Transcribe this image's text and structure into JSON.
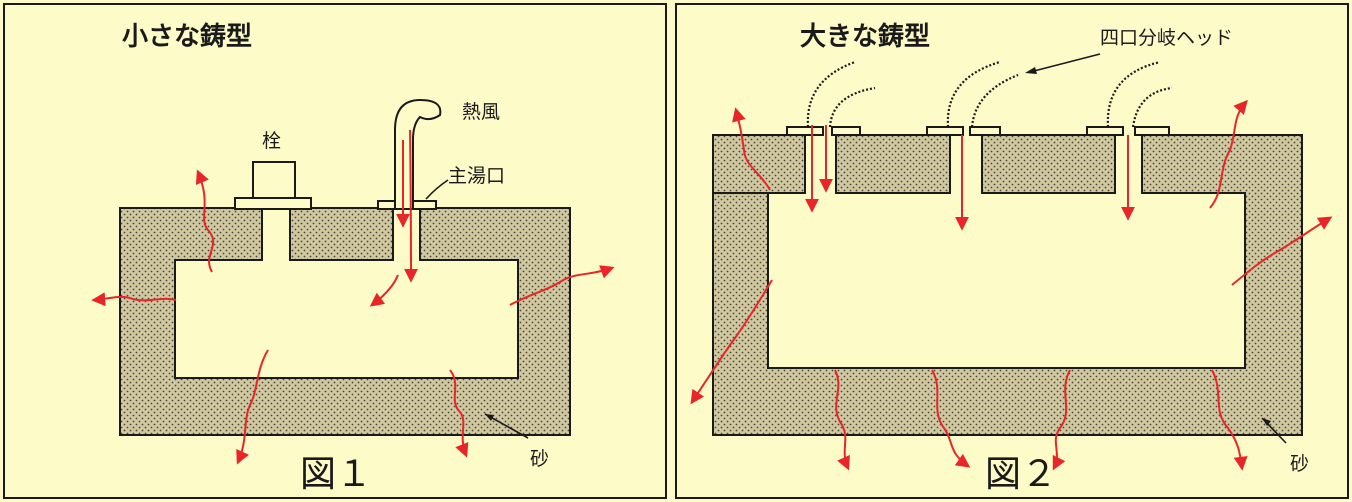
{
  "figure1": {
    "title": "小さな鋳型",
    "plug_label": "栓",
    "hot_air_label": "熱風",
    "sprue_label": "主湯口",
    "sand_label": "砂",
    "caption": "図１"
  },
  "figure2": {
    "title": "大きな鋳型",
    "head_label": "四口分岐ヘッド",
    "sand_label": "砂",
    "caption": "図２"
  },
  "colors": {
    "background": "#fdfbc8",
    "sand": "#cfc8a0",
    "arrow": "#e8262a",
    "line": "#1a1a1a"
  }
}
